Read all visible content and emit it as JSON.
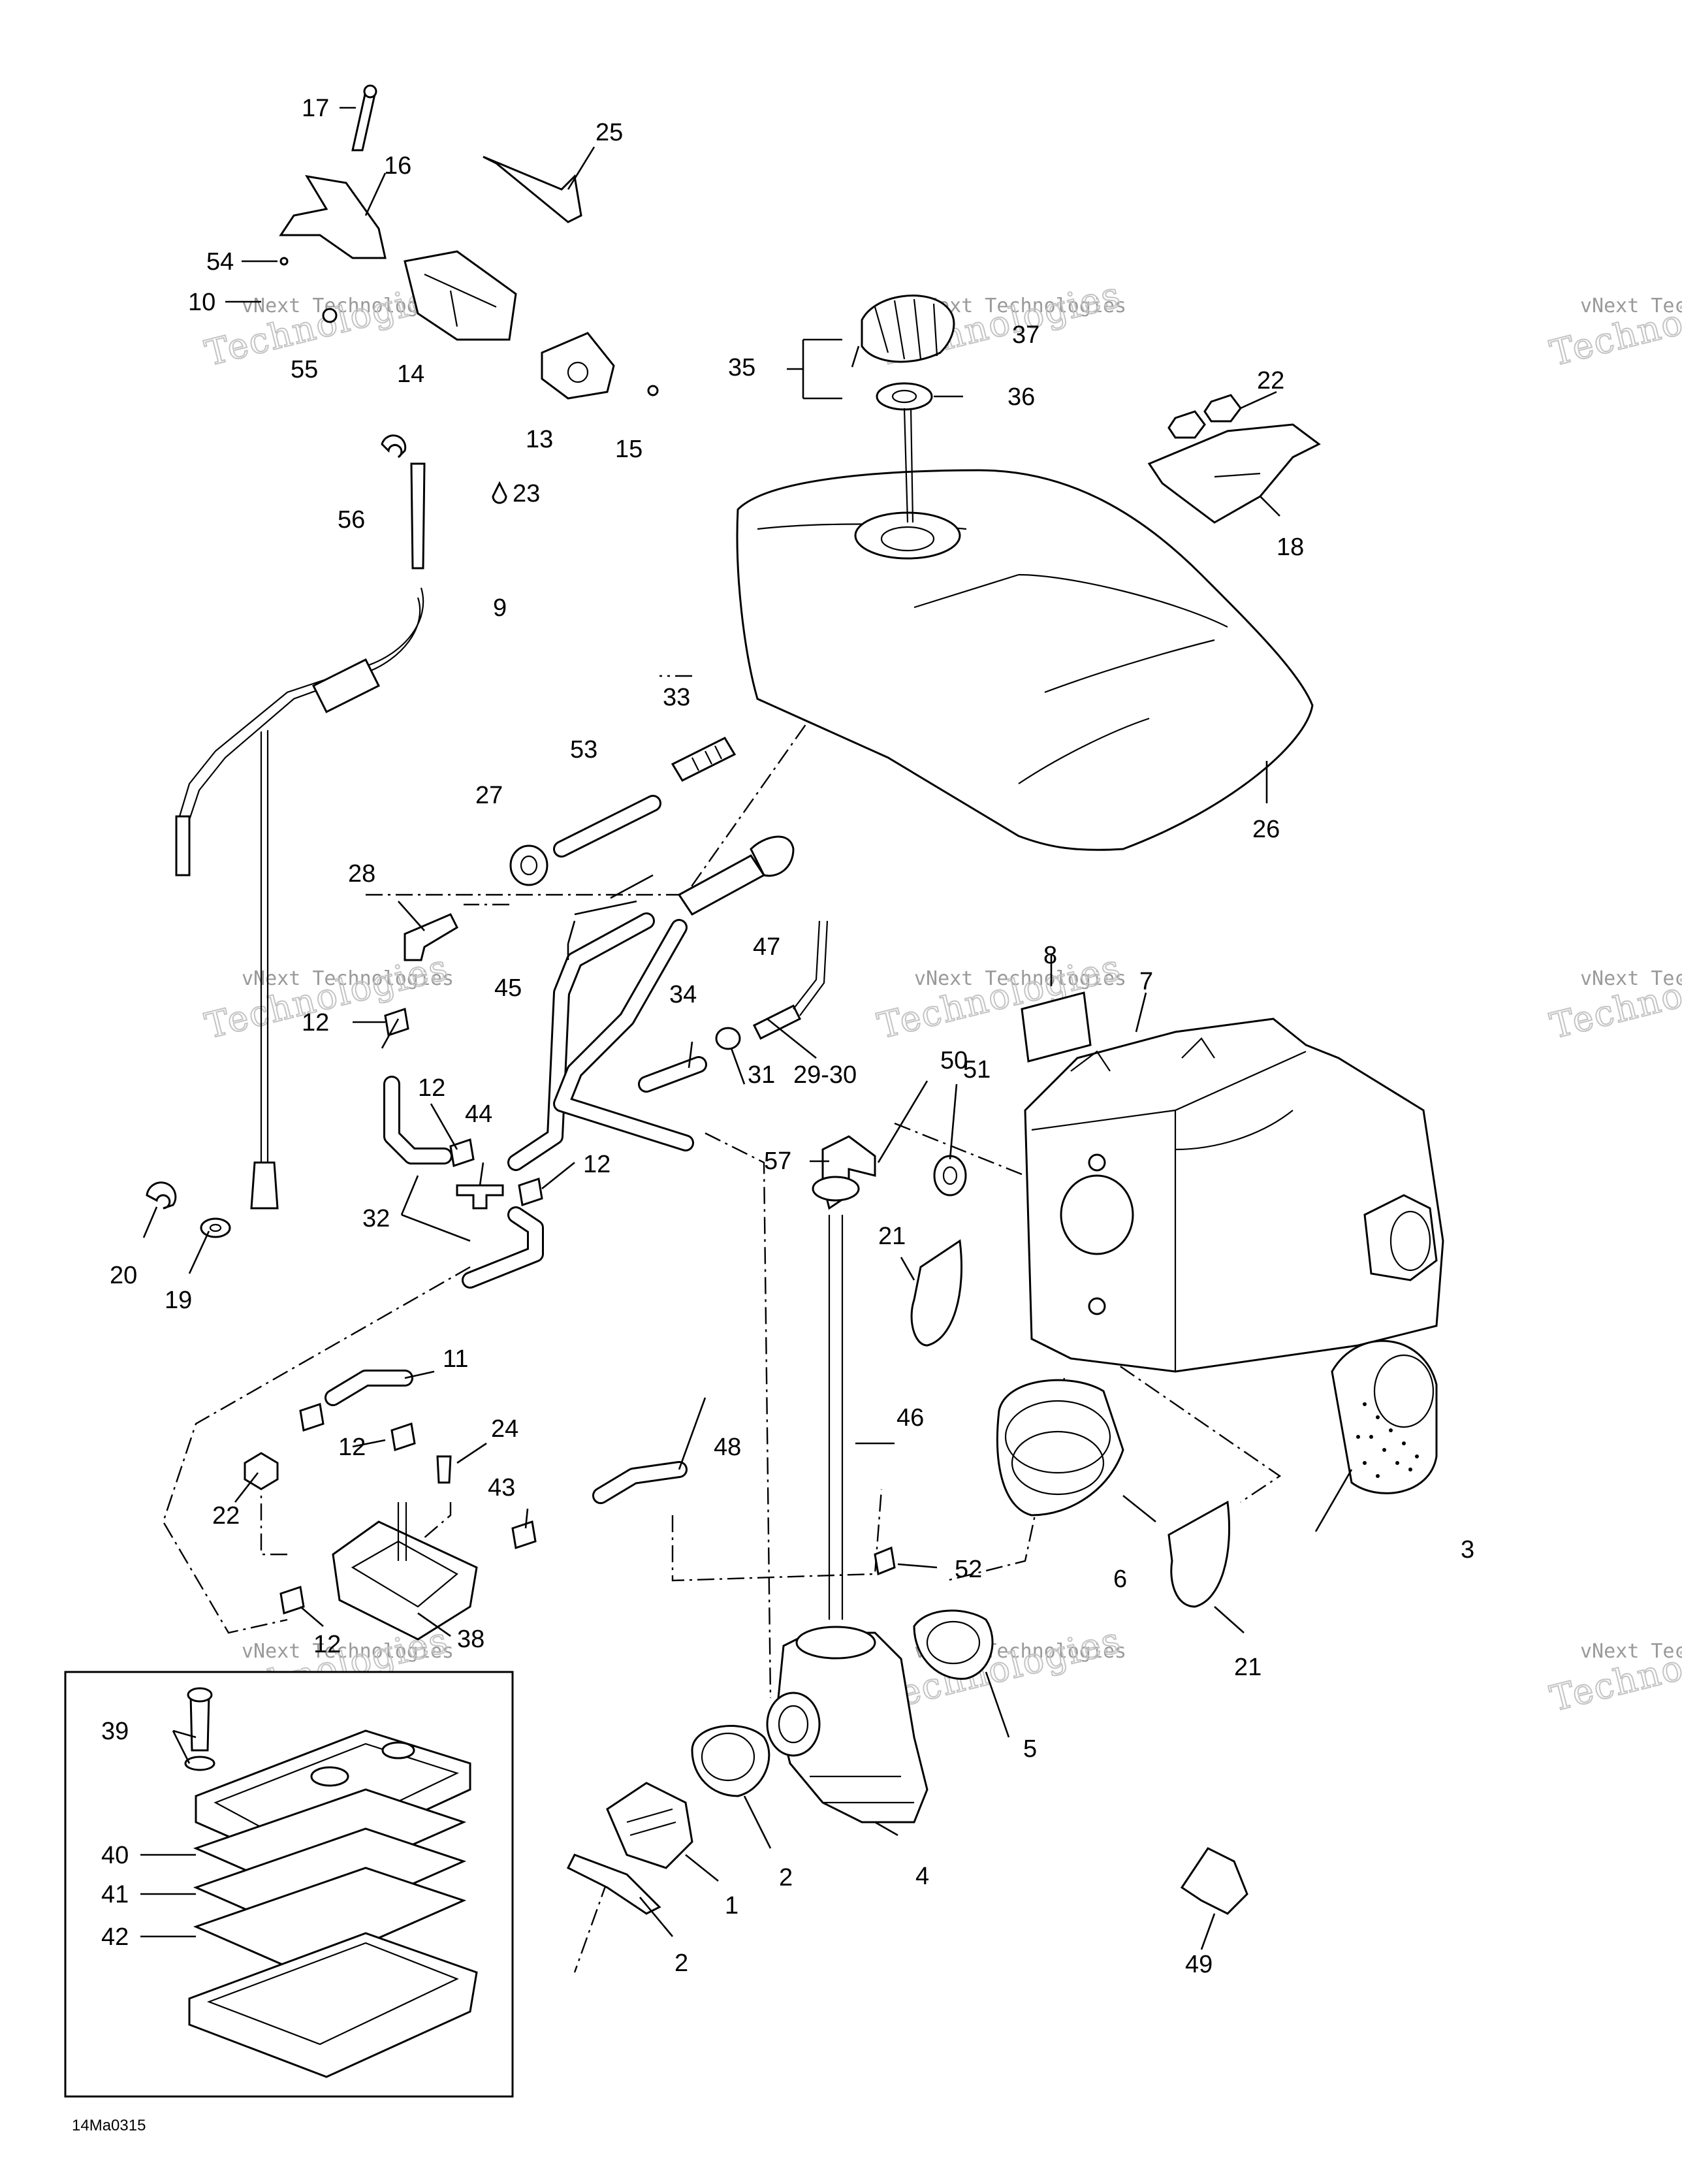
{
  "figure_code": "14Ma0315",
  "watermark": {
    "line1": "vNext Technologies",
    "line2": "Technologies"
  },
  "callouts": {
    "c1": "1",
    "c2a": "2",
    "c2b": "2",
    "c3": "3",
    "c4": "4",
    "c5": "5",
    "c6": "6",
    "c7": "7",
    "c8": "8",
    "c9": "9",
    "c10": "10",
    "c11": "11",
    "c12a": "12",
    "c12b": "12",
    "c12c": "12",
    "c12d": "12",
    "c12e": "12",
    "c13": "13",
    "c14": "14",
    "c15": "15",
    "c16": "16",
    "c17": "17",
    "c18": "18",
    "c19": "19",
    "c20": "20",
    "c21a": "21",
    "c21b": "21",
    "c22a": "22",
    "c22b": "22",
    "c23": "23",
    "c24": "24",
    "c25": "25",
    "c26": "26",
    "c27": "27",
    "c28": "28",
    "c2930": "29-30",
    "c31": "31",
    "c32": "32",
    "c33": "33",
    "c34": "34",
    "c35": "35",
    "c36": "36",
    "c37": "37",
    "c38": "38",
    "c39": "39",
    "c40": "40",
    "c41": "41",
    "c42": "42",
    "c43": "43",
    "c44": "44",
    "c45": "45",
    "c46": "46",
    "c47": "47",
    "c48": "48",
    "c49": "49",
    "c50": "50",
    "c51": "51",
    "c52": "52",
    "c53": "53",
    "c54": "54",
    "c55": "55",
    "c56": "56",
    "c57": "57"
  }
}
